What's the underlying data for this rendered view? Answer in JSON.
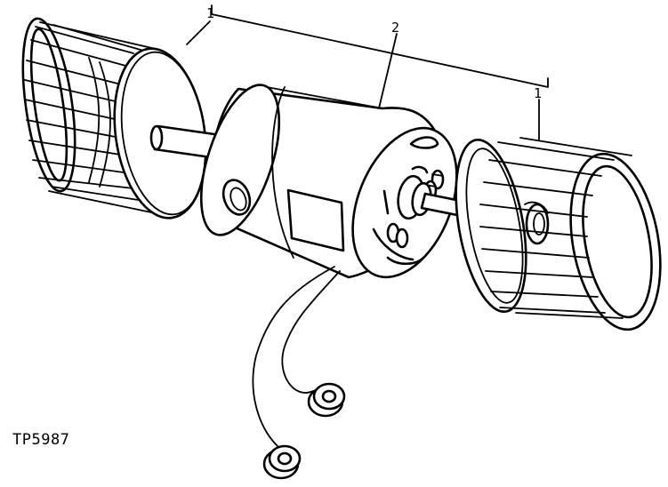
{
  "figure_id": "TP5987",
  "callouts": {
    "left_wheel": "1",
    "motor": "2",
    "right_wheel": "1"
  }
}
